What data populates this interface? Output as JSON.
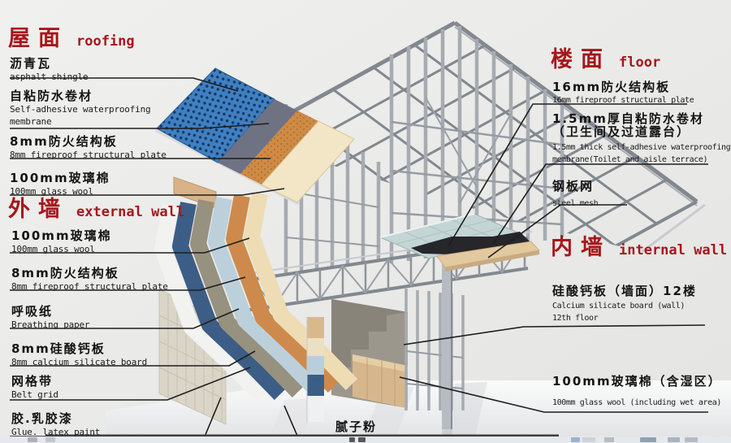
{
  "colors": {
    "accent_red": "#a6171c",
    "text": "#141414",
    "background": "#ebebe9",
    "steel": "#9aa0a7",
    "shingle_blue": "#3f80c2",
    "membrane_slate": "#6e7283",
    "fireproof_orange": "#cf8a45",
    "glass_wool_cream": "#f3e6c6",
    "breathing_paper_blue": "#bcd0dc",
    "calcium_gray": "#97917f",
    "belt_grid_blue": "#3c5d85",
    "latex_white": "#f2f2f1"
  },
  "sections": {
    "roofing": {
      "title_zh": "屋面",
      "title_en": "roofing"
    },
    "external_wall": {
      "title_zh": "外墙",
      "title_en": "external wall"
    },
    "floor": {
      "title_zh": "楼面",
      "title_en": "floor"
    },
    "internal_wall": {
      "title_zh": "内墙",
      "title_en": "internal wall"
    }
  },
  "labels": {
    "asphalt_shingle": {
      "zh": "沥青瓦",
      "en": "asphalt shingle"
    },
    "waterproof_membrane": {
      "zh": "自粘防水卷材",
      "en1": "Self-adhesive waterproofing",
      "en2": "membrane"
    },
    "fireproof_plate_8_roof": {
      "zh": "8mm防火结构板",
      "en": "8mm fireproof structural plate"
    },
    "glass_wool_100_roof": {
      "zh": "100mm玻璃棉",
      "en": "100mm glass wool"
    },
    "glass_wool_100_wall": {
      "zh": "100mm玻璃棉",
      "en": "100mm glass wool"
    },
    "fireproof_plate_8_wall": {
      "zh": "8mm防火结构板",
      "en": "8mm fireproof structural plate"
    },
    "breathing_paper": {
      "zh": "呼吸纸",
      "en": "Breathing paper"
    },
    "calcium_silicate_8": {
      "zh": "8mm硅酸钙板",
      "en": "8mm calcium silicate board"
    },
    "belt_grid": {
      "zh": "网格带",
      "en": "Belt grid"
    },
    "latex_paint": {
      "zh": "胶.乳胶漆",
      "en": "Glue. latex paint"
    },
    "fireproof_plate_16": {
      "zh": "16mm防火结构板",
      "en": "16mm fireproof structural plate"
    },
    "waterproof_15": {
      "zh1": "1.5mm厚自粘防水卷材",
      "zh2": "（卫生间及过道露台）",
      "en1": "1.5mm thick self-adhesive waterproofing",
      "en2": "membrane(Toilet and aisle terrace)"
    },
    "steel_mesh": {
      "zh": "钢板网",
      "en": "steel mesh"
    },
    "calcium_board_wall": {
      "zh": "硅酸钙板（墙面）12楼",
      "en1": "Calcium silicate board (wall)",
      "en2": "12th floor"
    },
    "glass_wool_wet": {
      "zh": "100mm玻璃棉（含湿区）",
      "en": "100mm glass wool (including wet area)"
    },
    "putty": {
      "zh": "腻子粉"
    }
  },
  "icons": {
    "taskbar": [
      "app-icon-1",
      "app-icon-2",
      "app-icon-3",
      "app-icon-4",
      "app-icon-5",
      "app-icon-6",
      "app-icon-7",
      "app-icon-8"
    ]
  }
}
